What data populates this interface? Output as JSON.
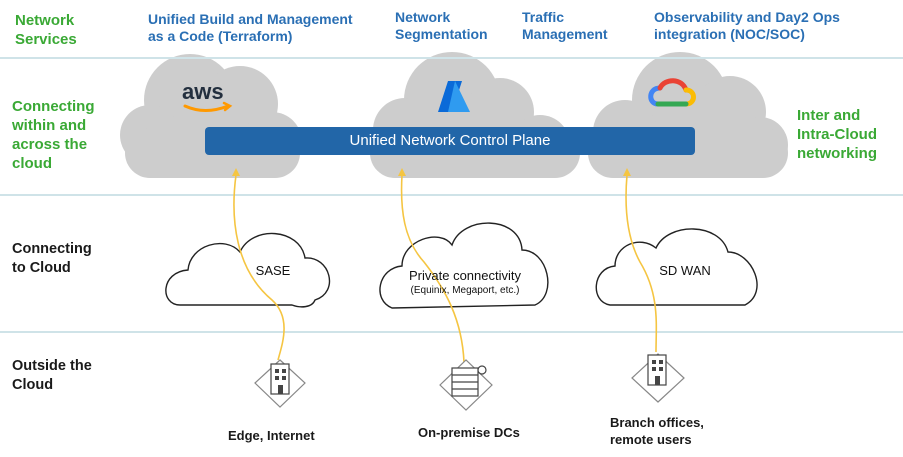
{
  "rows": {
    "network_services": "Network\nServices",
    "connecting_within": "Connecting\nwithin and\nacross the\ncloud",
    "inter_intra": "Inter and\nIntra-Cloud\nnetworking",
    "connecting_to_cloud": "Connecting\nto Cloud",
    "outside_cloud": "Outside the\nCloud"
  },
  "services": [
    "Unified Build and Management\nas a Code (Terraform)",
    "Network\nSegmentation",
    "Traffic\nManagement",
    "Observability and Day2 Ops\nintegration (NOC/SOC)"
  ],
  "providers": {
    "aws_logo": "aws",
    "azure_logo": "A",
    "gcp_logo": "gcp"
  },
  "control_plane": "Unified Network Control Plane",
  "connect_clouds": {
    "sase": "SASE",
    "private": "Private connectivity",
    "private_sub": "(Equinix, Megaport, etc.)",
    "sdwan": "SD WAN"
  },
  "locations": {
    "edge": "Edge, Internet",
    "dc": "On-premise DCs",
    "branch": "Branch offices,\nremote users"
  },
  "colors": {
    "green": "#3aa935",
    "blue_text": "#2a6fb4",
    "band": "#2266a8",
    "cloud_fill": "#cfcfcf",
    "link": "#f5c542"
  }
}
